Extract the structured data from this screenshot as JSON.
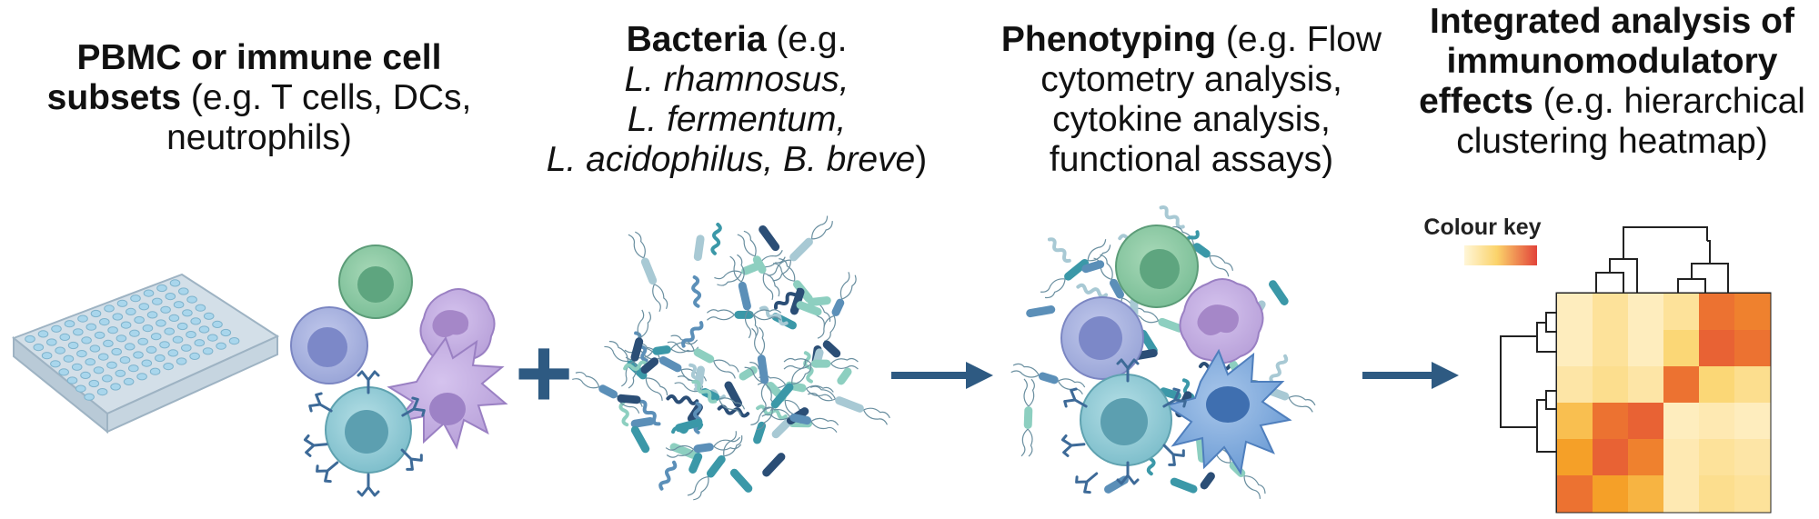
{
  "steps": [
    {
      "bold": "PBMC or immune cell subsets",
      "rest": " (e.g. T cells, DCs, neutrophils)"
    },
    {
      "bold": "Bacteria",
      "rest_pre": " (e.g.",
      "species": [
        "L. rhamnosus,",
        "L. fermentum,",
        "L. acidophilus, B. breve"
      ],
      "rest_post": ")"
    },
    {
      "bold": "Phenotyping",
      "rest": " (e.g. Flow cytometry analysis, cytokine analysis, functional assays)"
    },
    {
      "bold": "Integrated analysis of immunomodulatory effects",
      "rest": " (e.g. hierarchical clustering heatmap)"
    }
  ],
  "colour_key_label": "Colour key",
  "operators": {
    "plus": "+"
  },
  "colors": {
    "arrow": "#2e5a82",
    "plate": "#dbe6ee",
    "well": "#a9d6ec",
    "tcell_green": "#7cbf98",
    "dc_purple": "#b9a2da",
    "lymph_blue": "#9aa6d8",
    "bcell_teal": "#7fbfcc",
    "mac_blue": "#6f9ed6",
    "antibody": "#3d6a98",
    "bacteria_teal": "#3b98a8",
    "bacteria_dark": "#2b4e76",
    "bacteria_light": "#8dcfc0"
  },
  "heatmap": {
    "rows": 6,
    "cols": 6,
    "values": [
      [
        0.1,
        0.25,
        0.1,
        0.25,
        0.85,
        0.8
      ],
      [
        0.1,
        0.25,
        0.1,
        0.4,
        0.9,
        0.85
      ],
      [
        0.2,
        0.3,
        0.2,
        0.85,
        0.4,
        0.3
      ],
      [
        0.55,
        0.85,
        0.9,
        0.1,
        0.15,
        0.1
      ],
      [
        0.7,
        0.9,
        0.8,
        0.15,
        0.25,
        0.2
      ],
      [
        0.85,
        0.7,
        0.6,
        0.15,
        0.3,
        0.25
      ]
    ]
  }
}
